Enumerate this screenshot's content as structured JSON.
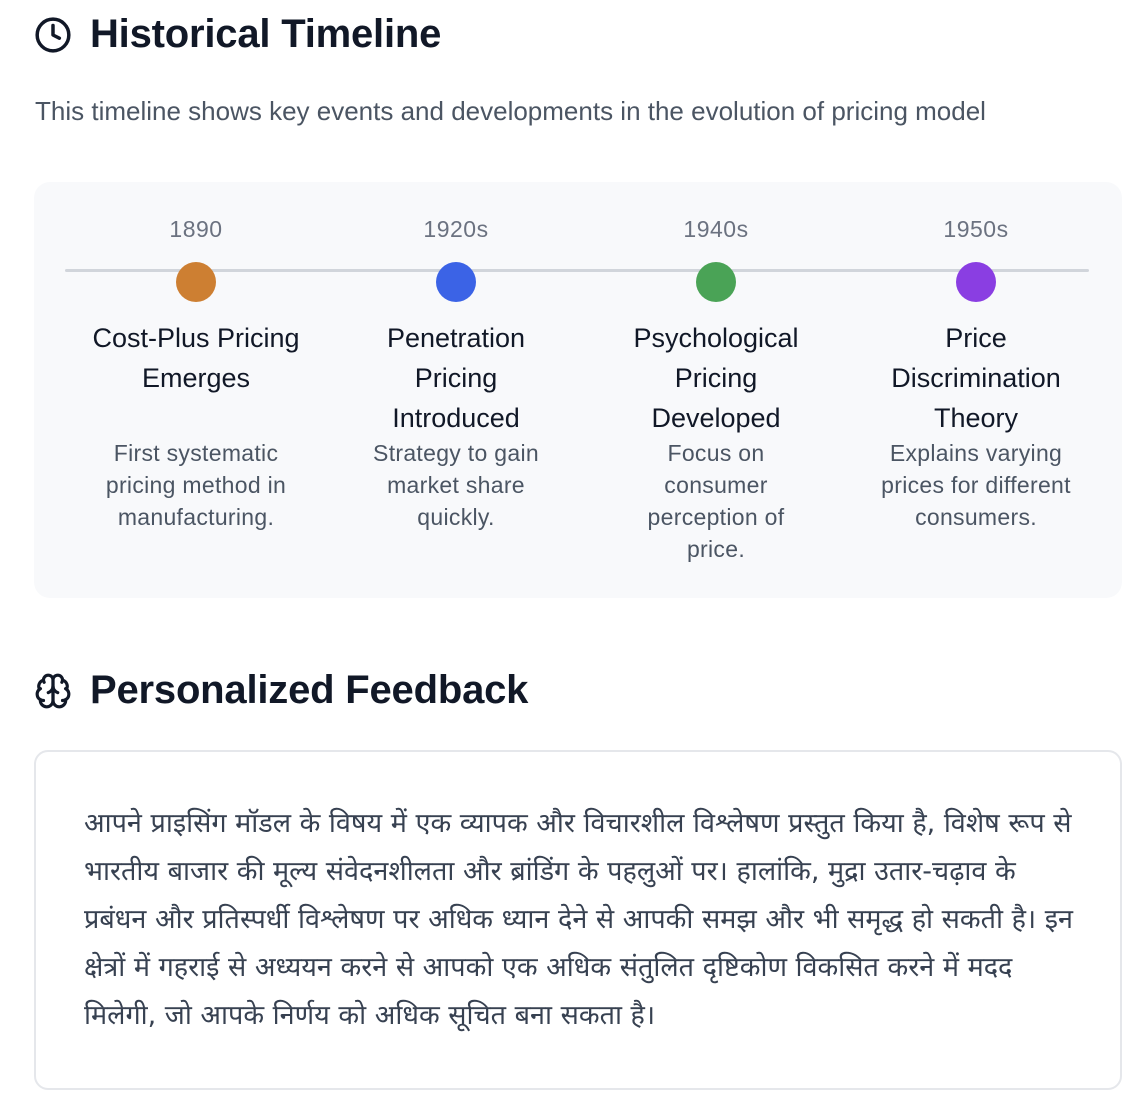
{
  "timeline": {
    "title": "Historical Timeline",
    "icon": "clock-icon",
    "intro": "This timeline shows key events and developments in the evolution of pricing model",
    "events": [
      {
        "year": "1890",
        "title": "Cost-Plus Pricing Emerges",
        "description": "First systematic pricing method in manufacturing.",
        "color": "#cd7f32"
      },
      {
        "year": "1920s",
        "title": "Penetration Pricing Introduced",
        "description": "Strategy to gain market share quickly.",
        "color": "#3b63e6"
      },
      {
        "year": "1940s",
        "title": "Psychological Pricing Developed",
        "description": "Focus on consumer perception of price.",
        "color": "#4aa356"
      },
      {
        "year": "1950s",
        "title": "Price Discrimination Theory",
        "description": "Explains varying prices for different consumers.",
        "color": "#8a3ee2"
      }
    ]
  },
  "feedback": {
    "title": "Personalized Feedback",
    "icon": "brain-icon",
    "text": "आपने प्राइसिंग मॉडल के विषय में एक व्यापक और विचारशील विश्लेषण प्रस्तुत किया है, विशेष रूप से भारतीय बाजार की मूल्य संवेदनशीलता और ब्रांडिंग के पहलुओं पर। हालांकि, मुद्रा उतार-चढ़ाव के प्रबंधन और प्रतिस्पर्धी विश्लेषण पर अधिक ध्यान देने से आपकी समझ और भी समृद्ध हो सकती है। इन क्षेत्रों में गहराई से अध्ययन करने से आपको एक अधिक संतुलित दृष्टिकोण विकसित करने में मदद मिलेगी, जो आपके निर्णय को अधिक सूचित बना सकता है।"
  }
}
